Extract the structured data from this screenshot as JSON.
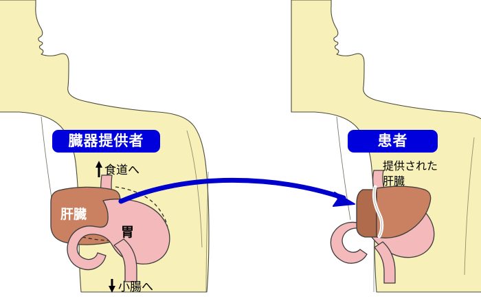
{
  "diagram": {
    "title_donor": "臓器提供者",
    "title_patient": "患者",
    "colors": {
      "body_fill": "#f7f0b8",
      "body_outline": "#4a4a3a",
      "liver": "#c98161",
      "liver_dark": "#b06a4c",
      "stomach": "#f4b9bb",
      "label_blue": "#0000dd",
      "arrow_blue": "#0000cc",
      "text_black": "#000000",
      "text_white": "#ffffff"
    }
  },
  "donor": {
    "label": "臓器提供者",
    "liver_label": "肝臓",
    "stomach_label": "胃",
    "esophagus_note": "食道へ",
    "intestine_note": "小腸へ",
    "esophagus_arrow": "↑",
    "intestine_arrow": "↓"
  },
  "recipient": {
    "label": "患者",
    "graft_note": "提供された\n肝臓",
    "graft_note_line1": "提供された",
    "graft_note_line2": "肝臓",
    "liver_label": "肝臓"
  },
  "transfer_arrow": {
    "name": "transplant-arrow",
    "direction": "left-to-right",
    "color": "#0000cc"
  },
  "icons": {
    "up_arrow": "up-arrow-icon",
    "down_arrow": "down-arrow-icon",
    "transfer_arrow": "curved-arrow-icon"
  }
}
